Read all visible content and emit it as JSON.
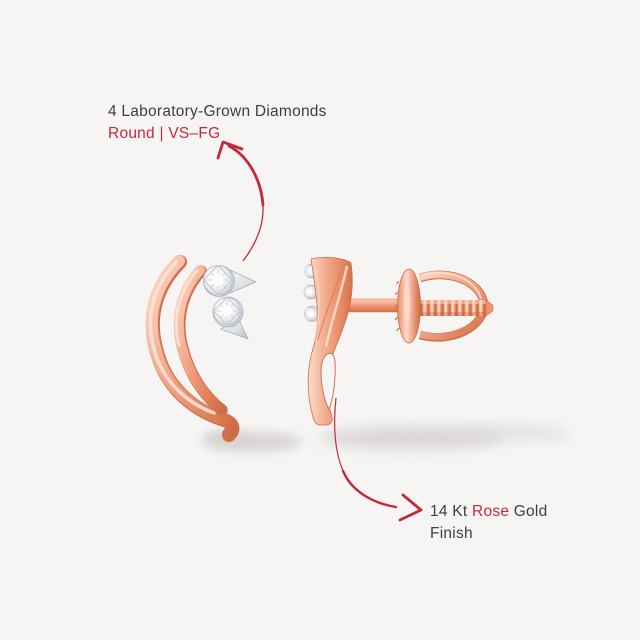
{
  "page": {
    "background": "#f7f5f4",
    "description_role": "annotated-product-image"
  },
  "colors": {
    "text_primary": "#3e3e40",
    "accent_red": "#c4293a",
    "rose_gold": "#f2a487",
    "rose_gold_highlight": "#fcdcca",
    "rose_gold_shadow": "#d0714e",
    "silver_setting": "#e9ebee",
    "diamond_white": "#ffffff",
    "shadow_gray": "#d5d2d0"
  },
  "callouts": {
    "diamonds": {
      "line1": "4 Laboratory-Grown Diamonds",
      "line2": "Round | VS–FG",
      "arrow_icon": "curved-arrow-up-left"
    },
    "finish": {
      "line1_part1": "14 Kt ",
      "line1_rose": "Rose",
      "line1_part3": " Gold",
      "line2": "Finish",
      "arrow_icon": "curved-arrow-right"
    }
  },
  "artwork": {
    "items": [
      "front-earring-with-two-pear-set-round-diamonds",
      "side-earring-with-screw-back-post"
    ]
  }
}
